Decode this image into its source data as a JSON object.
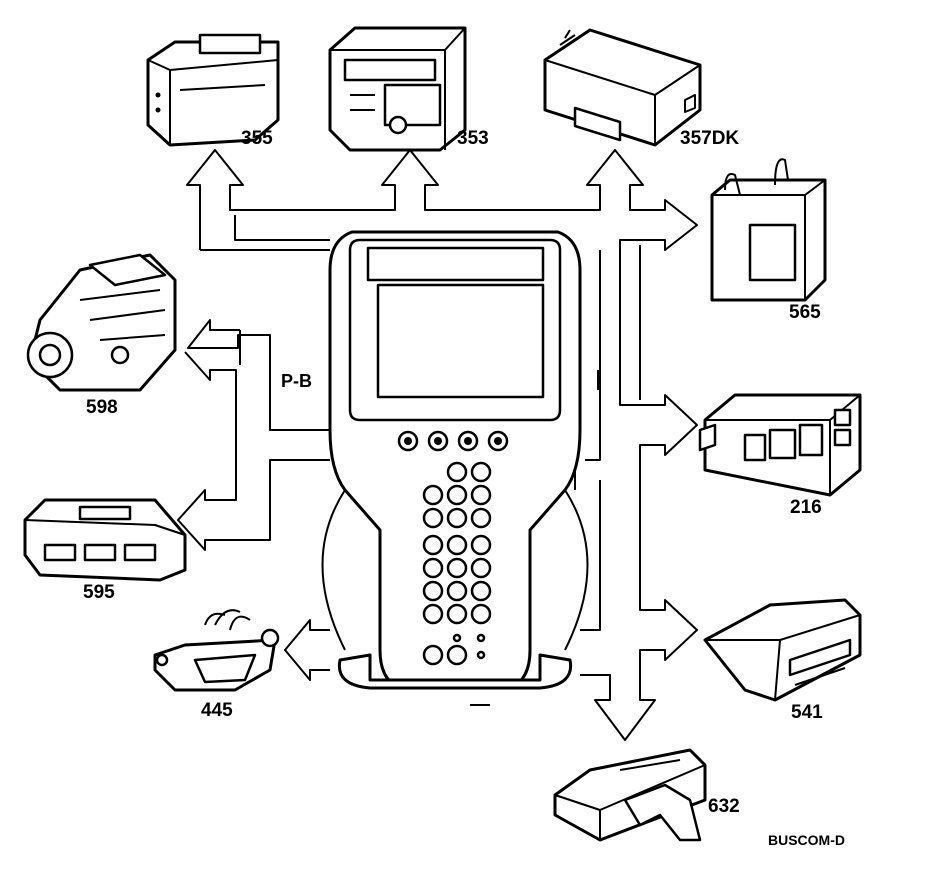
{
  "bus_label": "P-B",
  "figure_code": "BUSCOM-D",
  "components": [
    {
      "id": "355",
      "label": "355",
      "icon": "control-module-icon"
    },
    {
      "id": "353",
      "label": "353",
      "icon": "radio-unit-icon"
    },
    {
      "id": "357DK",
      "label": "357DK",
      "icon": "control-box-icon"
    },
    {
      "id": "565",
      "label": "565",
      "icon": "relay-box-icon"
    },
    {
      "id": "598",
      "label": "598",
      "icon": "injection-pump-icon"
    },
    {
      "id": "216",
      "label": "216",
      "icon": "climate-control-panel-icon"
    },
    {
      "id": "595",
      "label": "595",
      "icon": "engine-control-module-icon"
    },
    {
      "id": "541",
      "label": "541",
      "icon": "display-unit-icon"
    },
    {
      "id": "445",
      "label": "445",
      "icon": "diagnostic-connector-icon"
    },
    {
      "id": "632",
      "label": "632",
      "icon": "bracket-module-icon"
    }
  ],
  "center_device": {
    "icon": "diagnostic-scan-tool-icon"
  }
}
